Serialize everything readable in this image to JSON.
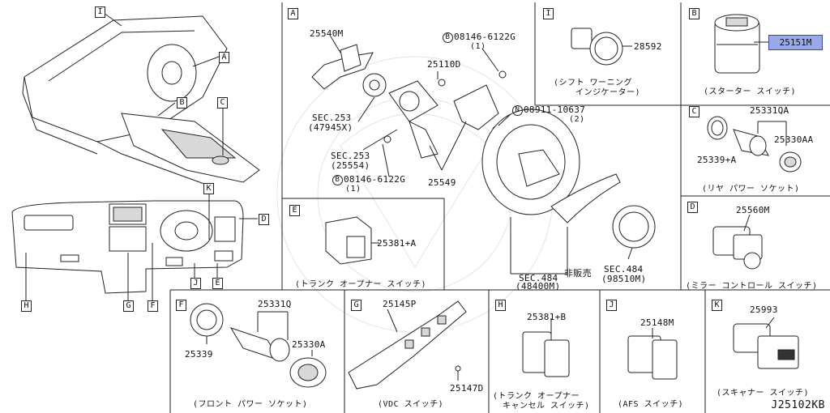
{
  "diagram_code": "J25102KB",
  "panels": {
    "overview": {
      "refs": [
        "I",
        "A",
        "B",
        "C",
        "K",
        "D",
        "H",
        "G",
        "J",
        "E",
        "F"
      ]
    },
    "A": {
      "ref": "A",
      "parts": [
        "25540M",
        "SEC.253",
        "(47945X)",
        "SEC.253",
        "(25554)",
        "08146-6122G",
        "(1)",
        "25110D",
        "08146-6122G",
        "(1)",
        "25549",
        "08911-10637",
        "(2)",
        "SEC.484",
        "(48400M)",
        "非販売",
        "SEC.484",
        "(98510M)"
      ],
      "bolt_marker": "B",
      "nut_marker": "N"
    },
    "I": {
      "ref": "I",
      "part": "28592",
      "caption": "(シフト ワーニング",
      "caption2": "インジケーター)"
    },
    "B": {
      "ref": "B",
      "part": "25151M",
      "caption": "(スターター スイッチ)"
    },
    "C": {
      "ref": "C",
      "parts": [
        "25331QA",
        "25330AA",
        "25339+A"
      ],
      "caption": "(リヤ パワー ソケット)"
    },
    "D": {
      "ref": "D",
      "part": "25560M",
      "caption": "(ミラー コントロール スイッチ)"
    },
    "E": {
      "ref": "E",
      "part": "25381+A",
      "caption": "(トランク オープナー スイッチ)"
    },
    "F": {
      "ref": "F",
      "parts": [
        "25331Q",
        "25339",
        "25330A"
      ],
      "caption": "(フロント パワー ソケット)"
    },
    "G": {
      "ref": "G",
      "parts": [
        "25145P",
        "25147D"
      ],
      "caption": "(VDC スイッチ)"
    },
    "H": {
      "ref": "H",
      "part": "25381+B",
      "caption": "(トランク オープナー",
      "caption2": "キャンセル スイッチ)"
    },
    "J": {
      "ref": "J",
      "part": "25148M",
      "caption": "(AFS スイッチ)"
    },
    "K": {
      "ref": "K",
      "part": "25993",
      "caption": "(スキャナー スイッチ)"
    }
  }
}
